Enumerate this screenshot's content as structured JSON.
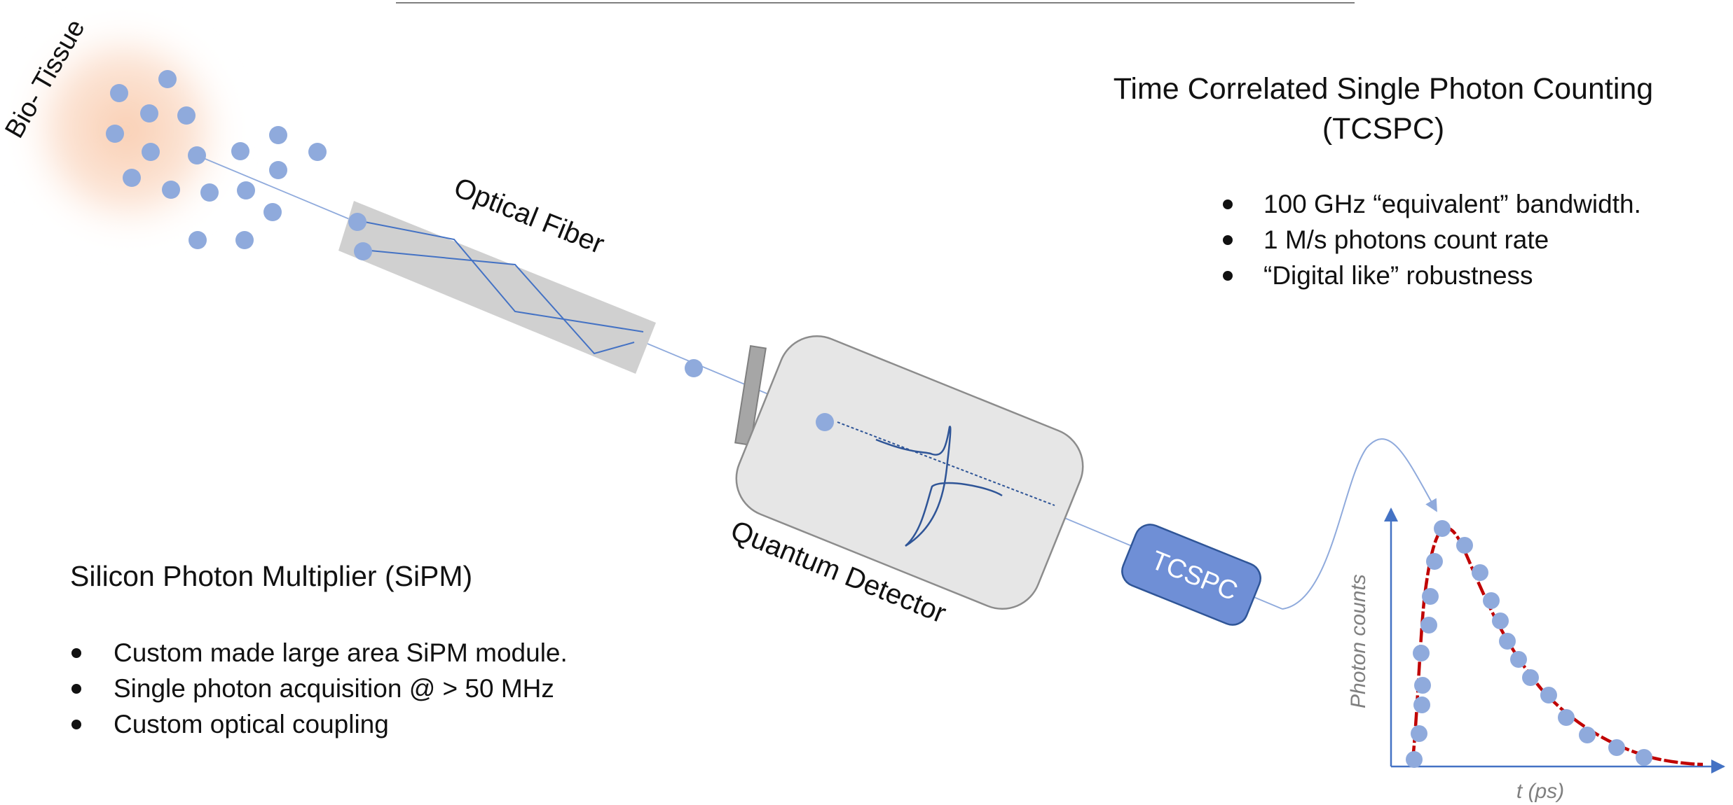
{
  "labels": {
    "bio_tissue": "Bio- Tissue",
    "optical_fiber": "Optical Fiber",
    "quantum_detector": "Quantum Detector",
    "tcspc_box": "TCSPC"
  },
  "tcspc_section": {
    "title_line1": "Time Correlated Single Photon Counting",
    "title_line2": "(TCSPC)",
    "bullets": [
      "100 GHz “equivalent” bandwidth.",
      "1 M/s photons count rate",
      "“Digital like” robustness"
    ]
  },
  "sipm_section": {
    "title": "Silicon Photon Multiplier (SiPM)",
    "bullets": [
      "Custom made large area SiPM module.",
      "Single photon acquisition @ > 50 MHz",
      "Custom optical coupling"
    ]
  },
  "chart_data": {
    "type": "scatter",
    "xlabel": "t (ps)",
    "ylabel": "Photon counts",
    "fit_curve": "red",
    "colors": {
      "points": "#8faadc",
      "fit": "#c00000",
      "axes": "#4472c4"
    }
  },
  "colors": {
    "photon": "#8faadc",
    "tissue_glow": "#f8cbad",
    "fiber_body": "#d0d0d0",
    "detector_body": "#e6e6e6",
    "tcspc_box": "#6f8fd6",
    "signal_line": "#2f5597"
  }
}
